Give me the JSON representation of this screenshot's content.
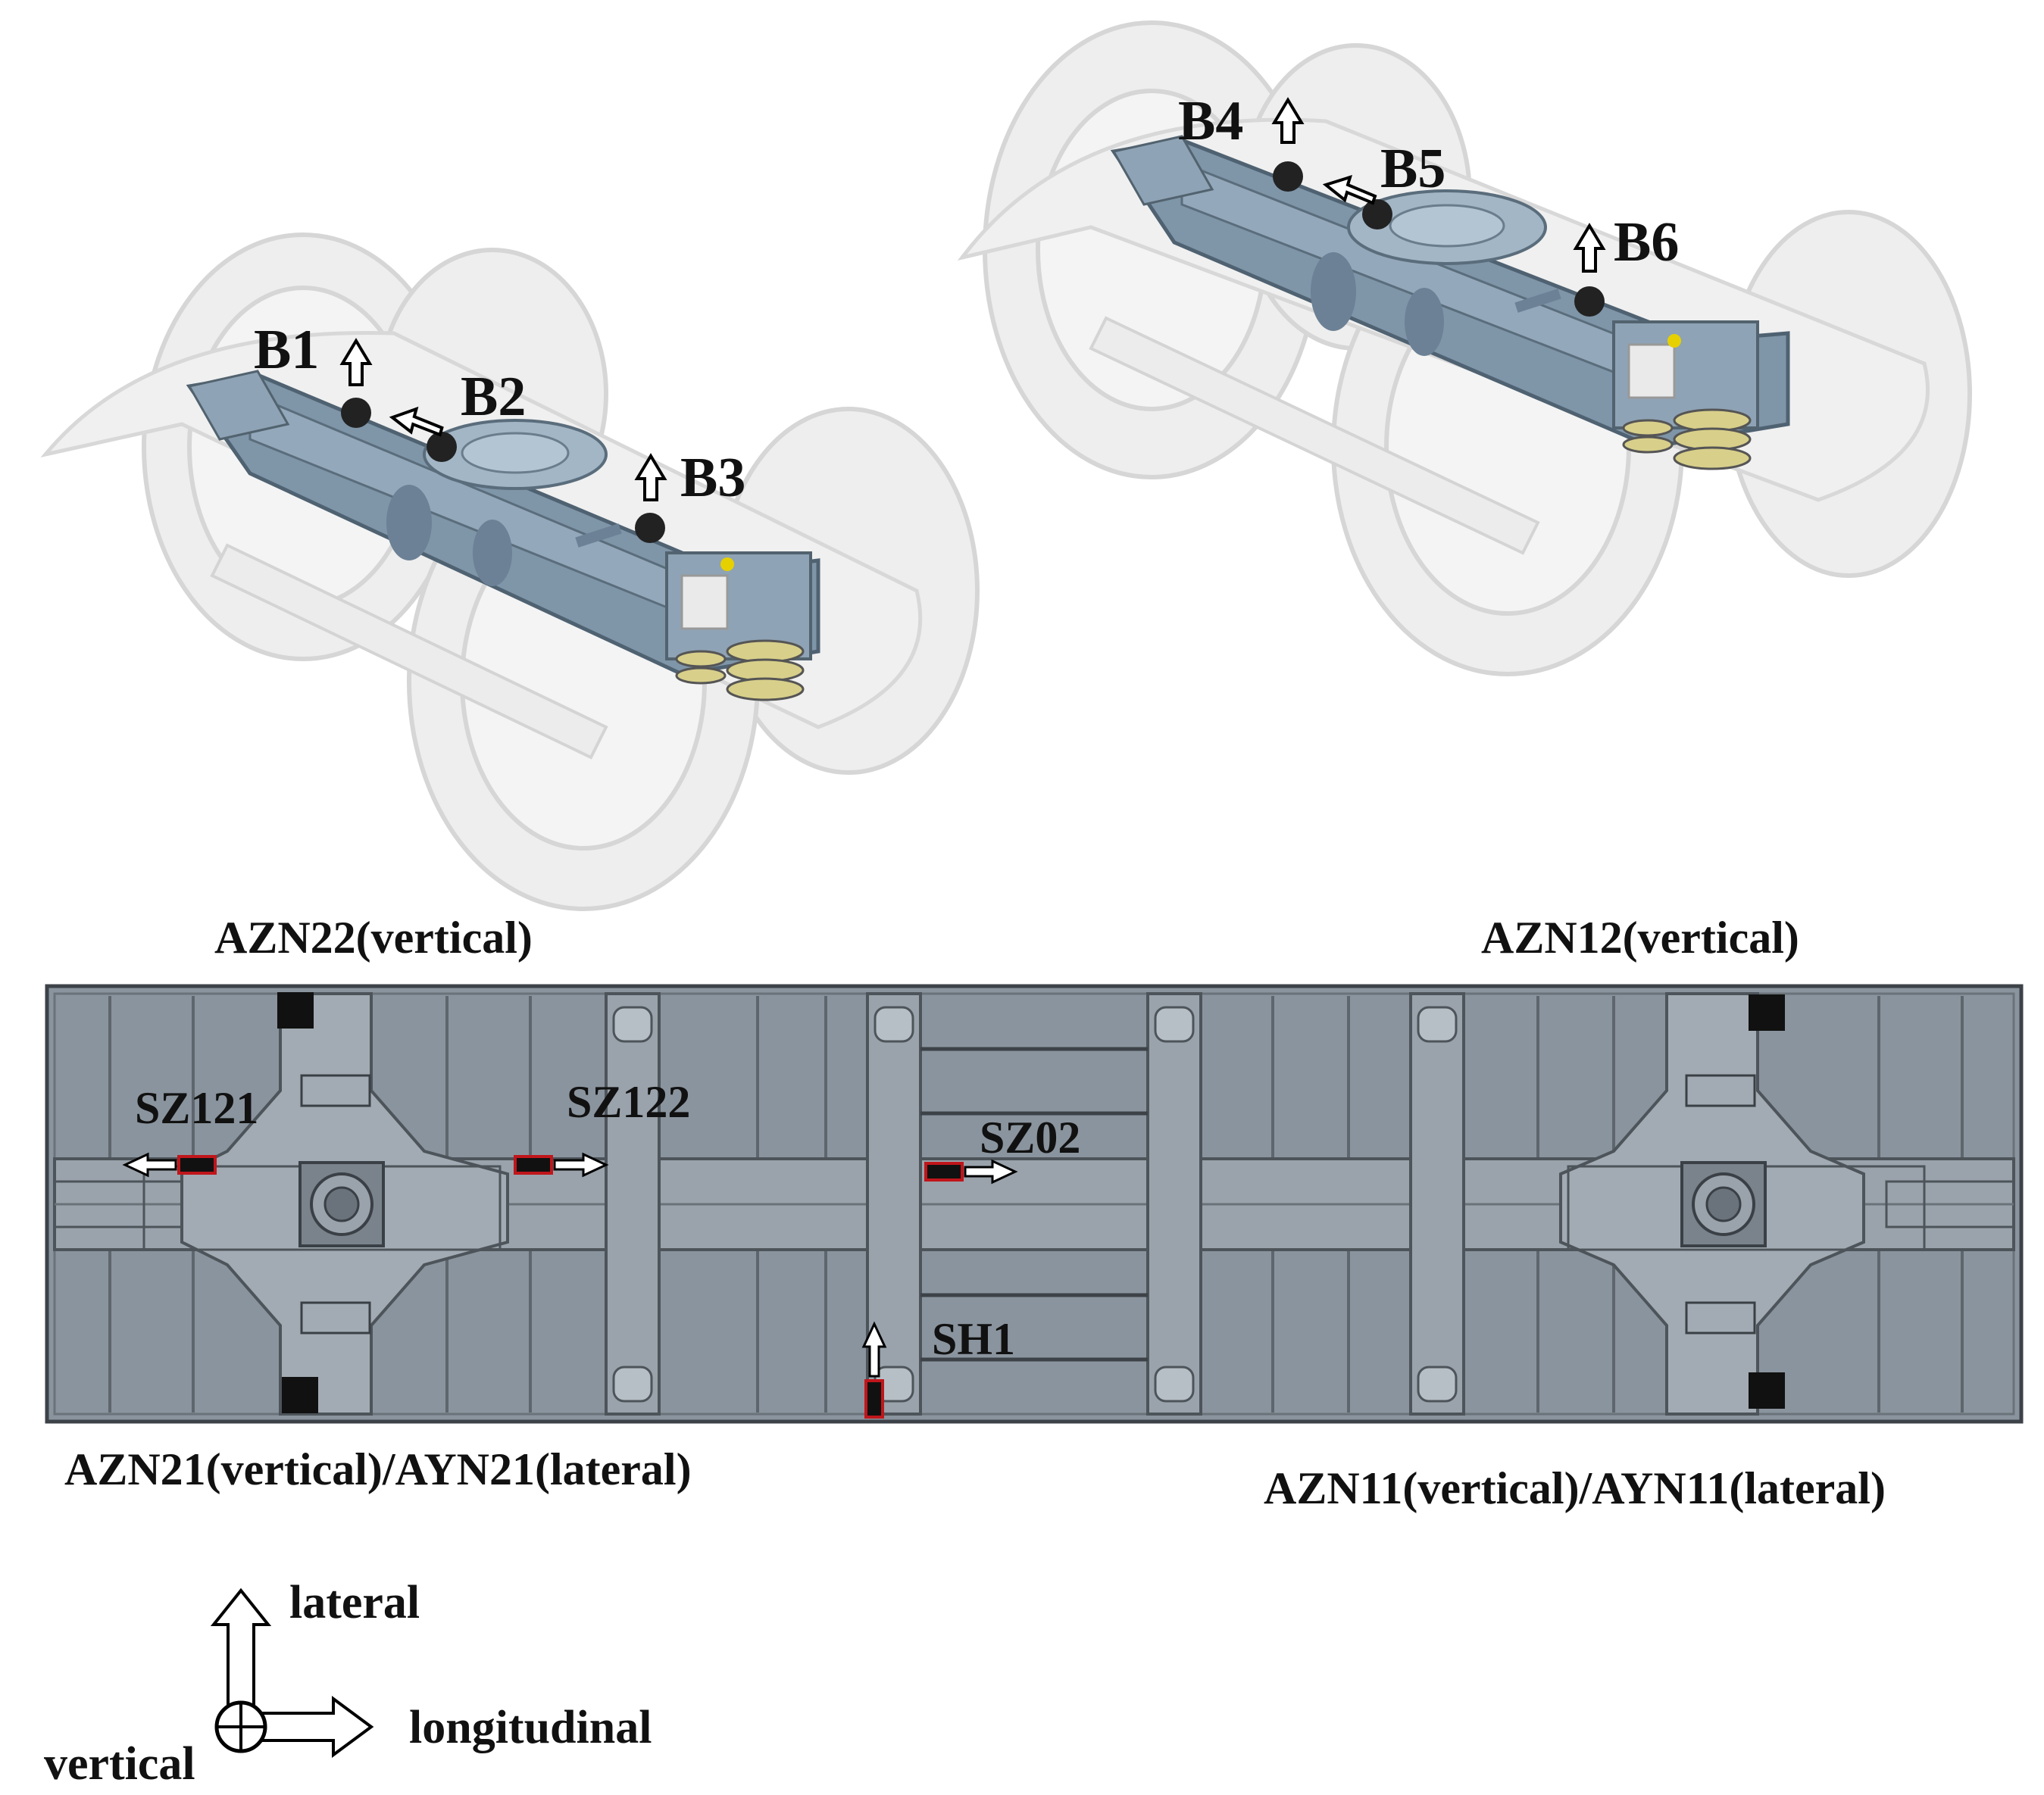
{
  "colors": {
    "frame_fill": "#8a949e",
    "frame_dark": "#6f7881",
    "frame_light": "#a6afb8",
    "bogie_steel": "#7f95a8",
    "bogie_ghost": "#e8e8e8",
    "sensor_black": "#111111",
    "strain_gauge_border": "#c0161b",
    "arrow_fill": "#ffffff"
  },
  "bogie_points": {
    "b1": "B1",
    "b2": "B2",
    "b3": "B3",
    "b4": "B4",
    "b5": "B5",
    "b6": "B6"
  },
  "sensors": {
    "azn22": "AZN22(vertical)",
    "azn12": "AZN12(vertical)",
    "azn21": "AZN21(vertical)/AYN21(lateral)",
    "azn11": "AZN11(vertical)/AYN11(lateral)",
    "sz121": "SZ121",
    "sz122": "SZ122",
    "sz02": "SZ02",
    "sh1": "SH1"
  },
  "axes": {
    "lateral": "lateral",
    "longitudinal": "longitudinal",
    "vertical": "vertical"
  },
  "icons": [
    "arrow-up-icon",
    "arrow-left-icon",
    "arrow-right-icon",
    "sensor-dot-icon",
    "accelerometer-square-icon",
    "strain-gauge-icon",
    "vertical-axis-symbol-icon"
  ]
}
